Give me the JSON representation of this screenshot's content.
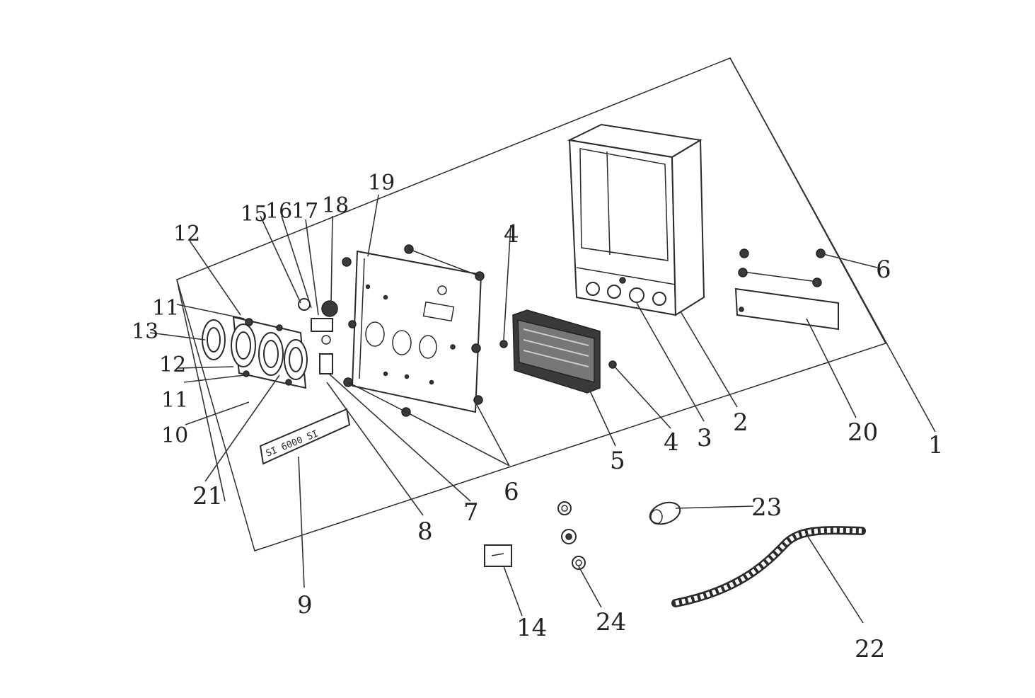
{
  "callouts": [
    "1",
    "2",
    "3",
    "4",
    "4",
    "5",
    "6",
    "6",
    "7",
    "8",
    "9",
    "10",
    "11",
    "11",
    "12",
    "12",
    "13",
    "14",
    "15",
    "16",
    "17",
    "18",
    "19",
    "20",
    "21",
    "22",
    "23",
    "24"
  ],
  "plate_text": "SI 6000 SI"
}
